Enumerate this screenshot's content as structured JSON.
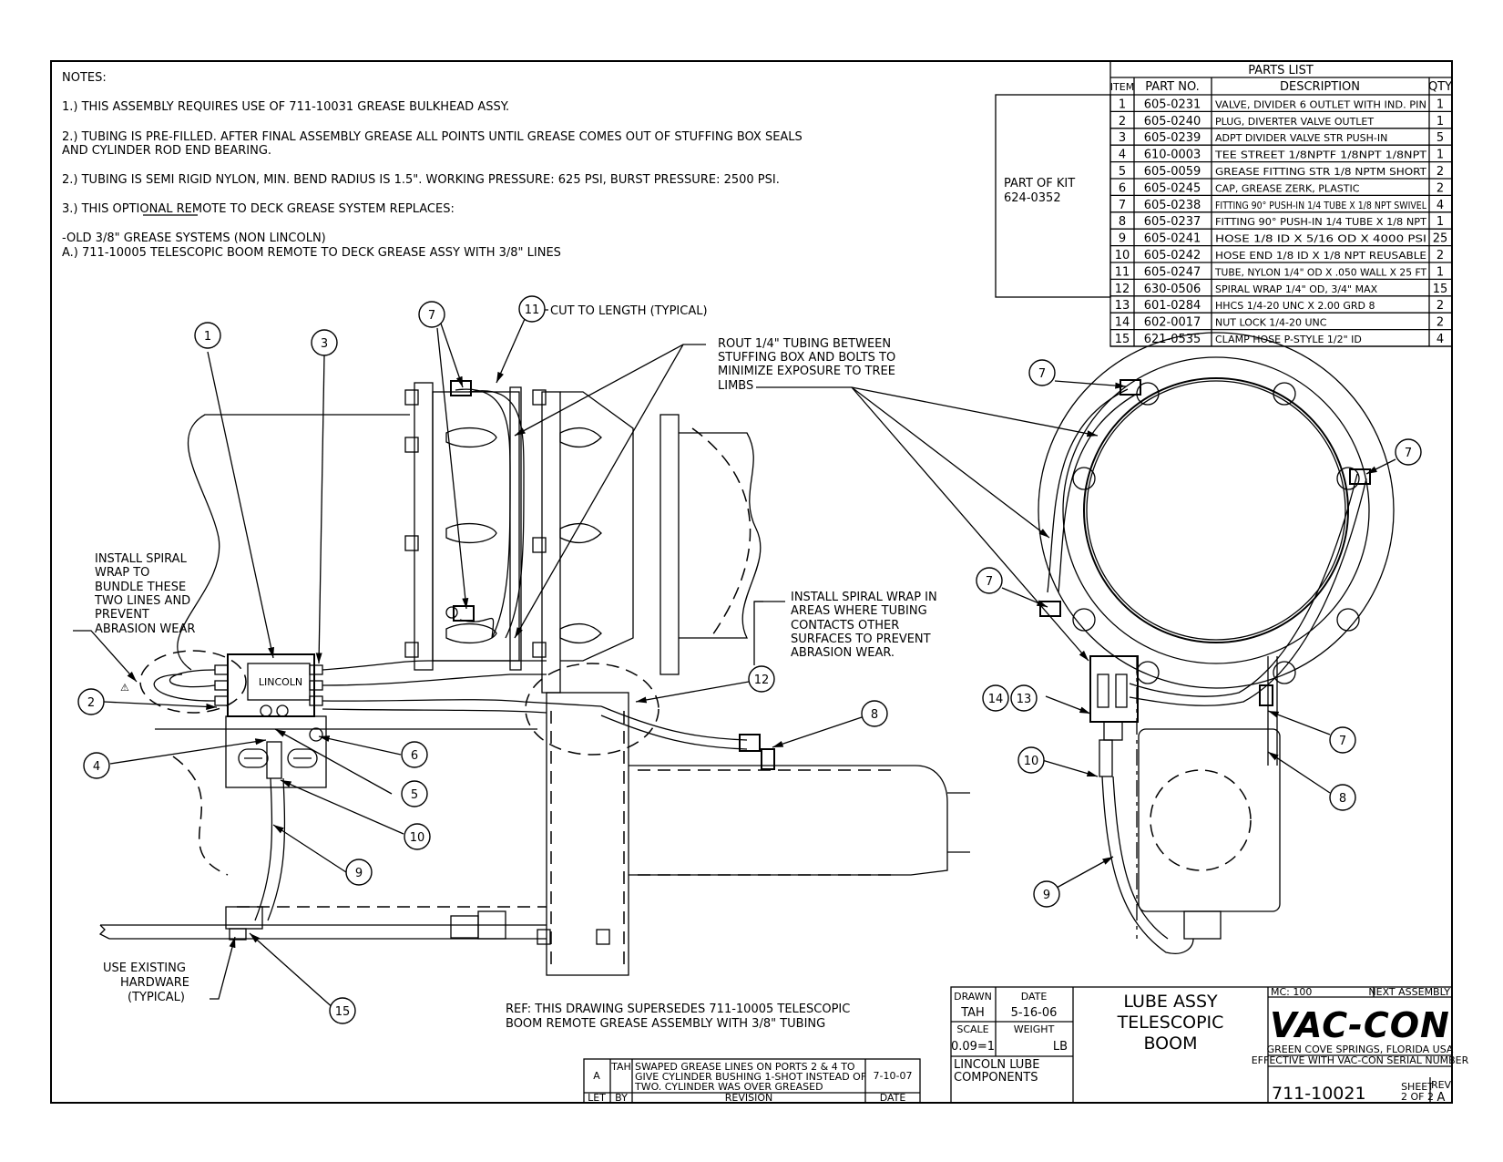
{
  "notes": {
    "heading": "NOTES:",
    "lines": [
      "1.) THIS ASSEMBLY REQUIRES USE OF 711-10031 GREASE BULKHEAD ASSY.",
      "2.) TUBING IS PRE-FILLED. AFTER FINAL ASSEMBLY GREASE ALL POINTS UNTIL GREASE COMES OUT OF STUFFING BOX SEALS",
      "AND CYLINDER ROD END BEARING.",
      "2.) TUBING IS SEMI RIGID NYLON, MIN. BEND RADIUS IS 1.5\". WORKING PRESSURE: 625 PSI, BURST PRESSURE: 2500 PSI.",
      "3.) THIS OPTIONAL REMOTE TO DECK GREASE SYSTEM REPLACES:",
      "-OLD 3/8\" GREASE SYSTEMS (NON LINCOLN)",
      "A.) 711-10005 TELESCOPIC BOOM REMOTE TO DECK GREASE ASSY WITH 3/8\" LINES"
    ]
  },
  "parts_list": {
    "title": "PARTS LIST",
    "headers": [
      "ITEM",
      "PART NO.",
      "DESCRIPTION",
      "QTY"
    ],
    "kit_label_1": "PART OF KIT",
    "kit_label_2": "624-0352",
    "rows": [
      [
        "1",
        "605-0231",
        "VALVE, DIVIDER 6 OUTLET WITH IND. PIN",
        "1"
      ],
      [
        "2",
        "605-0240",
        "PLUG, DIVERTER VALVE OUTLET",
        "1"
      ],
      [
        "3",
        "605-0239",
        "ADPT DIVIDER VALVE STR PUSH-IN",
        "5"
      ],
      [
        "4",
        "610-0003",
        "TEE STREET 1/8NPTF 1/8NPT 1/8NPT",
        "1"
      ],
      [
        "5",
        "605-0059",
        "GREASE FITTING STR 1/8 NPTM SHORT",
        "2"
      ],
      [
        "6",
        "605-0245",
        "CAP, GREASE ZERK, PLASTIC",
        "2"
      ],
      [
        "7",
        "605-0238",
        "FITTING 90° PUSH-IN 1/4 TUBE X 1/8 NPT SWIVEL",
        "4"
      ],
      [
        "8",
        "605-0237",
        "FITTING 90° PUSH-IN 1/4 TUBE X 1/8 NPT",
        "1"
      ],
      [
        "9",
        "605-0241",
        "HOSE 1/8 ID X 5/16 OD X 4000 PSI",
        "25"
      ],
      [
        "10",
        "605-0242",
        "HOSE END 1/8 ID X 1/8 NPT REUSABLE",
        "2"
      ],
      [
        "11",
        "605-0247",
        "TUBE, NYLON 1/4\" OD X .050 WALL X 25 FT",
        "1"
      ],
      [
        "12",
        "630-0506",
        "SPIRAL WRAP 1/4\" OD, 3/4\" MAX",
        "15"
      ],
      [
        "13",
        "601-0284",
        "HHCS 1/4-20 UNC X 2.00 GRD 8",
        "2"
      ],
      [
        "14",
        "602-0017",
        "NUT LOCK 1/4-20 UNC",
        "2"
      ],
      [
        "15",
        "621-0535",
        "CLAMP HOSE P-STYLE 1/2\" ID",
        "4"
      ]
    ]
  },
  "callouts": {
    "cut_to_length": "CUT TO LENGTH (TYPICAL)",
    "rout_1": "ROUT 1/4\" TUBING BETWEEN",
    "rout_2": "STUFFING BOX AND BOLTS TO",
    "rout_3": "MINIMIZE EXPOSURE TO TREE",
    "rout_4": "LIMBS",
    "spiral_left_1": "INSTALL SPIRAL",
    "spiral_left_2": "WRAP TO",
    "spiral_left_3": "BUNDLE THESE",
    "spiral_left_4": "TWO LINES AND",
    "spiral_left_5": "PREVENT",
    "spiral_left_6": "ABRASION WEAR",
    "spiral_mid_1": "INSTALL SPIRAL WRAP IN",
    "spiral_mid_2": "AREAS WHERE TUBING",
    "spiral_mid_3": "CONTACTS OTHER",
    "spiral_mid_4": "SURFACES TO PREVENT",
    "spiral_mid_5": "ABRASION WEAR.",
    "hardware_1": "USE EXISTING",
    "hardware_2": "HARDWARE",
    "hardware_3": "(TYPICAL)",
    "valve_brand": "LINCOLN",
    "ref_1": "REF: THIS DRAWING SUPERSEDES 711-10005 TELESCOPIC",
    "ref_2": "BOOM REMOTE GREASE ASSEMBLY WITH 3/8\" TUBING"
  },
  "balloons": {
    "b1": "1",
    "b2": "2",
    "b3": "3",
    "b4": "4",
    "b5": "5",
    "b6": "6",
    "b7": "7",
    "b8": "8",
    "b9": "9",
    "b10": "10",
    "b11": "11",
    "b12": "12",
    "b13": "13",
    "b14": "14",
    "b15": "15"
  },
  "revision": {
    "let": "A",
    "by": "TAH",
    "desc_1": "SWAPED GREASE LINES ON PORTS 2 & 4 TO",
    "desc_2": "GIVE CYLINDER BUSHING 1-SHOT INSTEAD OF",
    "desc_3": "TWO. CYLINDER WAS OVER GREASED",
    "date": "7-10-07",
    "h_let": "LET",
    "h_by": "BY",
    "h_revision": "REVISION",
    "h_date": "DATE"
  },
  "title_block": {
    "drawn_label": "DRAWN",
    "drawn": "TAH",
    "date_label": "DATE",
    "date": "5-16-06",
    "scale_label": "SCALE",
    "scale": "0.09=1",
    "weight_label": "WEIGHT",
    "weight": "LB",
    "group_1": "LINCOLN LUBE",
    "group_2": "COMPONENTS",
    "title_1": "LUBE ASSY",
    "title_2": "TELESCOPIC",
    "title_3": "BOOM",
    "mc": "MC: 100",
    "next_assembly": "NEXT ASSEMBLY",
    "company": "VAC-CON",
    "location": "GREEN COVE SPRINGS, FLORIDA USA",
    "effective": "EFFECTIVE WITH VAC-CON SERIAL NUMBER",
    "dwg_no": "711-10021",
    "sheet_label": "SHEET",
    "sheet": "2 OF 2",
    "rev_label": "REV",
    "rev": "A"
  }
}
